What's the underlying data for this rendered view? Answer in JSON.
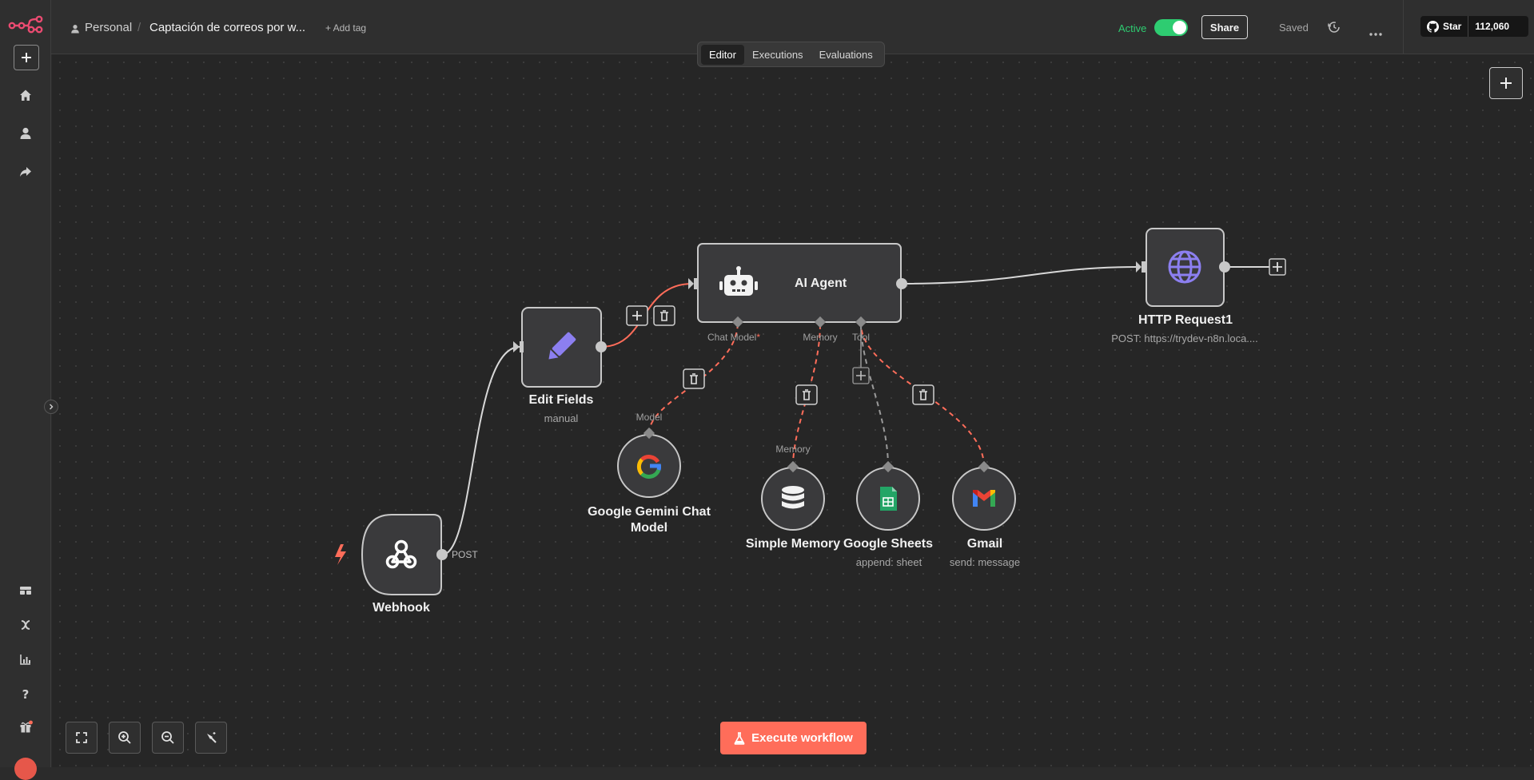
{
  "header": {
    "project": "Personal",
    "workflow_name": "Captación de correos por w...",
    "add_tag": "+ Add tag",
    "active_label": "Active",
    "share_label": "Share",
    "saved_label": "Saved",
    "github_star": "Star",
    "github_count": "112,060"
  },
  "tabs": [
    {
      "label": "Editor",
      "active": true
    },
    {
      "label": "Executions",
      "active": false
    },
    {
      "label": "Evaluations",
      "active": false
    }
  ],
  "nodes": {
    "webhook": {
      "label": "Webhook",
      "output": "POST"
    },
    "edit_fields": {
      "label": "Edit Fields",
      "sub": "manual"
    },
    "ai_agent": {
      "label": "AI Agent",
      "ports": {
        "chat_model": "Chat Model",
        "chat_model_required": "*",
        "memory": "Memory",
        "tool": "Tool"
      }
    },
    "http_request": {
      "label": "HTTP Request1",
      "sub": "POST: https://trydev-n8n.loca...."
    },
    "gemini": {
      "label_line1": "Google Gemini Chat",
      "label_line2": "Model",
      "port": "Model"
    },
    "simple_memory": {
      "label": "Simple Memory",
      "port": "Memory"
    },
    "google_sheets": {
      "label": "Google Sheets",
      "sub": "append: sheet"
    },
    "gmail": {
      "label": "Gmail",
      "sub": "send: message"
    }
  },
  "footer": {
    "execute_label": "Execute workflow"
  },
  "colors": {
    "accent": "#ff6d5a",
    "active_green": "#2ecc71",
    "node_bg": "#3a3a3c",
    "node_border": "#c8c8c8",
    "edge": "#d8d8d8",
    "ai_edge": "#ff6d5a"
  }
}
